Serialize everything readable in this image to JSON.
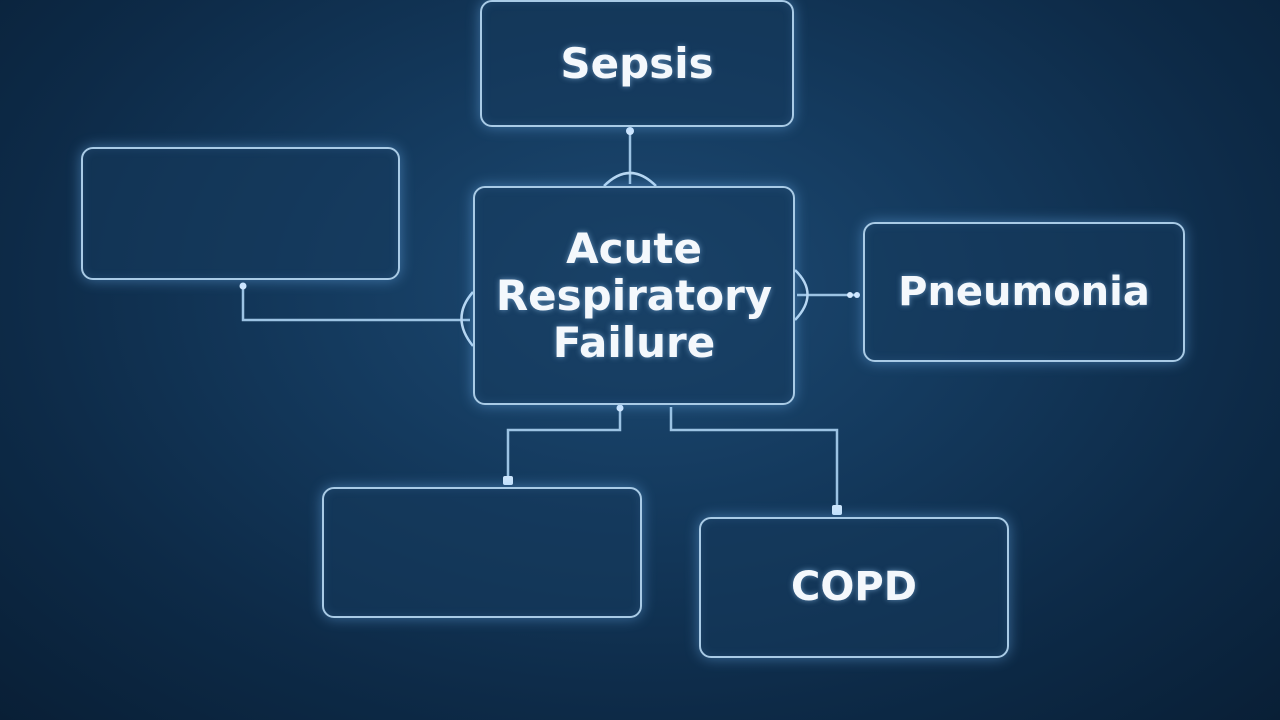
{
  "nodes": {
    "sepsis": {
      "label": "Sepsis"
    },
    "top_left": {
      "label": ""
    },
    "center": {
      "label": "Acute\nRespiratory\nFailure"
    },
    "pneumonia": {
      "label": "Pneumonia"
    },
    "bottom_left": {
      "label": ""
    },
    "copd": {
      "label": "COPD"
    }
  },
  "colors": {
    "background": "#143a5e",
    "node_border": "#a9cbe6",
    "connector": "#9cc3e3",
    "text": "#f4f8fc"
  }
}
